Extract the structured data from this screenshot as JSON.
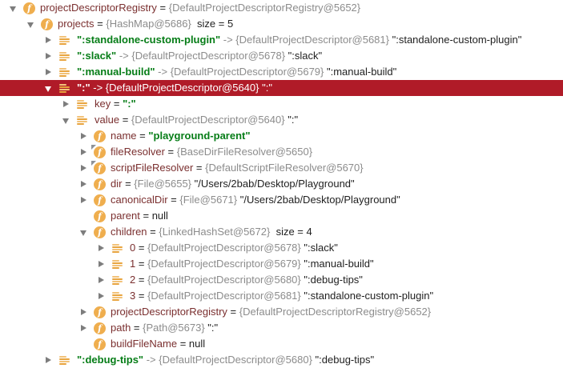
{
  "colors": {
    "selection_bg": "#b01b28",
    "field_name": "#7a2f2f",
    "string_green": "#067d17",
    "reference_gray": "#8c8c8c",
    "text_dark": "#1f1f1f",
    "icon_orange": "#efae4e"
  },
  "icons": {
    "field": "orange circle with italic f",
    "map_entry": "stacked orange bars",
    "expanded": "triangle-down",
    "collapsed": "triangle-right"
  },
  "tree": {
    "rows": [
      {
        "level": 0,
        "arrow": "expanded",
        "icon": "field",
        "selected": false,
        "segments": [
          {
            "style": "name",
            "text": "projectDescriptorRegistry"
          },
          {
            "style": "eq",
            "text": " = "
          },
          {
            "style": "ref",
            "text": "{DefaultProjectDescriptorRegistry@5652}"
          }
        ]
      },
      {
        "level": 1,
        "arrow": "expanded",
        "icon": "field",
        "selected": false,
        "segments": [
          {
            "style": "name",
            "text": "projects"
          },
          {
            "style": "eq",
            "text": " = "
          },
          {
            "style": "ref",
            "text": "{HashMap@5686}"
          },
          {
            "style": "value",
            "text": "  size = 5"
          }
        ]
      },
      {
        "level": 2,
        "arrow": "collapsed",
        "icon": "entry",
        "selected": false,
        "segments": [
          {
            "style": "string",
            "text": "\":standalone-custom-plugin\""
          },
          {
            "style": "ref",
            "text": " -> {DefaultProjectDescriptor@5681} "
          },
          {
            "style": "value",
            "text": "\":standalone-custom-plugin\""
          }
        ]
      },
      {
        "level": 2,
        "arrow": "collapsed",
        "icon": "entry",
        "selected": false,
        "segments": [
          {
            "style": "string",
            "text": "\":slack\""
          },
          {
            "style": "ref",
            "text": " -> {DefaultProjectDescriptor@5678} "
          },
          {
            "style": "value",
            "text": "\":slack\""
          }
        ]
      },
      {
        "level": 2,
        "arrow": "collapsed",
        "icon": "entry",
        "selected": false,
        "segments": [
          {
            "style": "string",
            "text": "\":manual-build\""
          },
          {
            "style": "ref",
            "text": " -> {DefaultProjectDescriptor@5679} "
          },
          {
            "style": "value",
            "text": "\":manual-build\""
          }
        ]
      },
      {
        "level": 2,
        "arrow": "expanded",
        "icon": "entry",
        "selected": true,
        "segments": [
          {
            "style": "string",
            "text": "\":\""
          },
          {
            "style": "ref",
            "text": " -> {DefaultProjectDescriptor@5640} "
          },
          {
            "style": "value",
            "text": "\":\""
          }
        ]
      },
      {
        "level": 3,
        "arrow": "collapsed",
        "icon": "entry",
        "selected": false,
        "segments": [
          {
            "style": "name",
            "text": "key"
          },
          {
            "style": "eq",
            "text": " = "
          },
          {
            "style": "string",
            "text": "\":\""
          }
        ]
      },
      {
        "level": 3,
        "arrow": "expanded",
        "icon": "entry",
        "selected": false,
        "segments": [
          {
            "style": "name",
            "text": "value"
          },
          {
            "style": "eq",
            "text": " = "
          },
          {
            "style": "ref",
            "text": "{DefaultProjectDescriptor@5640} "
          },
          {
            "style": "value",
            "text": "\":\""
          }
        ]
      },
      {
        "level": 4,
        "arrow": "collapsed",
        "icon": "field",
        "selected": false,
        "segments": [
          {
            "style": "name",
            "text": "name"
          },
          {
            "style": "eq",
            "text": " = "
          },
          {
            "style": "string",
            "text": "\"playground-parent\""
          }
        ]
      },
      {
        "level": 4,
        "arrow": "collapsed",
        "icon": "field",
        "overlay": true,
        "selected": false,
        "segments": [
          {
            "style": "name",
            "text": "fileResolver"
          },
          {
            "style": "eq",
            "text": " = "
          },
          {
            "style": "ref",
            "text": "{BaseDirFileResolver@5650}"
          }
        ]
      },
      {
        "level": 4,
        "arrow": "collapsed",
        "icon": "field",
        "overlay": true,
        "selected": false,
        "segments": [
          {
            "style": "name",
            "text": "scriptFileResolver"
          },
          {
            "style": "eq",
            "text": " = "
          },
          {
            "style": "ref",
            "text": "{DefaultScriptFileResolver@5670}"
          }
        ]
      },
      {
        "level": 4,
        "arrow": "collapsed",
        "icon": "field",
        "selected": false,
        "segments": [
          {
            "style": "name",
            "text": "dir"
          },
          {
            "style": "eq",
            "text": " = "
          },
          {
            "style": "ref",
            "text": "{File@5655} "
          },
          {
            "style": "value",
            "text": "\"/Users/2bab/Desktop/Playground\""
          }
        ]
      },
      {
        "level": 4,
        "arrow": "collapsed",
        "icon": "field",
        "selected": false,
        "segments": [
          {
            "style": "name",
            "text": "canonicalDir"
          },
          {
            "style": "eq",
            "text": " = "
          },
          {
            "style": "ref",
            "text": "{File@5671} "
          },
          {
            "style": "value",
            "text": "\"/Users/2bab/Desktop/Playground\""
          }
        ]
      },
      {
        "level": 4,
        "arrow": "none",
        "icon": "field",
        "selected": false,
        "segments": [
          {
            "style": "name",
            "text": "parent"
          },
          {
            "style": "eq",
            "text": " = "
          },
          {
            "style": "value",
            "text": "null"
          }
        ]
      },
      {
        "level": 4,
        "arrow": "expanded",
        "icon": "field",
        "selected": false,
        "segments": [
          {
            "style": "name",
            "text": "children"
          },
          {
            "style": "eq",
            "text": " = "
          },
          {
            "style": "ref",
            "text": "{LinkedHashSet@5672}"
          },
          {
            "style": "value",
            "text": "  size = 4"
          }
        ]
      },
      {
        "level": 5,
        "arrow": "collapsed",
        "icon": "entry",
        "selected": false,
        "segments": [
          {
            "style": "name",
            "text": "0"
          },
          {
            "style": "eq",
            "text": " = "
          },
          {
            "style": "ref",
            "text": "{DefaultProjectDescriptor@5678} "
          },
          {
            "style": "value",
            "text": "\":slack\""
          }
        ]
      },
      {
        "level": 5,
        "arrow": "collapsed",
        "icon": "entry",
        "selected": false,
        "segments": [
          {
            "style": "name",
            "text": "1"
          },
          {
            "style": "eq",
            "text": " = "
          },
          {
            "style": "ref",
            "text": "{DefaultProjectDescriptor@5679} "
          },
          {
            "style": "value",
            "text": "\":manual-build\""
          }
        ]
      },
      {
        "level": 5,
        "arrow": "collapsed",
        "icon": "entry",
        "selected": false,
        "segments": [
          {
            "style": "name",
            "text": "2"
          },
          {
            "style": "eq",
            "text": " = "
          },
          {
            "style": "ref",
            "text": "{DefaultProjectDescriptor@5680} "
          },
          {
            "style": "value",
            "text": "\":debug-tips\""
          }
        ]
      },
      {
        "level": 5,
        "arrow": "collapsed",
        "icon": "entry",
        "selected": false,
        "segments": [
          {
            "style": "name",
            "text": "3"
          },
          {
            "style": "eq",
            "text": " = "
          },
          {
            "style": "ref",
            "text": "{DefaultProjectDescriptor@5681} "
          },
          {
            "style": "value",
            "text": "\":standalone-custom-plugin\""
          }
        ]
      },
      {
        "level": 4,
        "arrow": "collapsed",
        "icon": "field",
        "selected": false,
        "segments": [
          {
            "style": "name",
            "text": "projectDescriptorRegistry"
          },
          {
            "style": "eq",
            "text": " = "
          },
          {
            "style": "ref",
            "text": "{DefaultProjectDescriptorRegistry@5652}"
          }
        ]
      },
      {
        "level": 4,
        "arrow": "collapsed",
        "icon": "field",
        "selected": false,
        "segments": [
          {
            "style": "name",
            "text": "path"
          },
          {
            "style": "eq",
            "text": " = "
          },
          {
            "style": "ref",
            "text": "{Path@5673} "
          },
          {
            "style": "value",
            "text": "\":\""
          }
        ]
      },
      {
        "level": 4,
        "arrow": "none",
        "icon": "field",
        "selected": false,
        "segments": [
          {
            "style": "name",
            "text": "buildFileName"
          },
          {
            "style": "eq",
            "text": " = "
          },
          {
            "style": "value",
            "text": "null"
          }
        ]
      },
      {
        "level": 2,
        "arrow": "collapsed",
        "icon": "entry",
        "selected": false,
        "segments": [
          {
            "style": "string",
            "text": "\":debug-tips\""
          },
          {
            "style": "ref",
            "text": " -> {DefaultProjectDescriptor@5680} "
          },
          {
            "style": "value",
            "text": "\":debug-tips\""
          }
        ]
      }
    ]
  }
}
